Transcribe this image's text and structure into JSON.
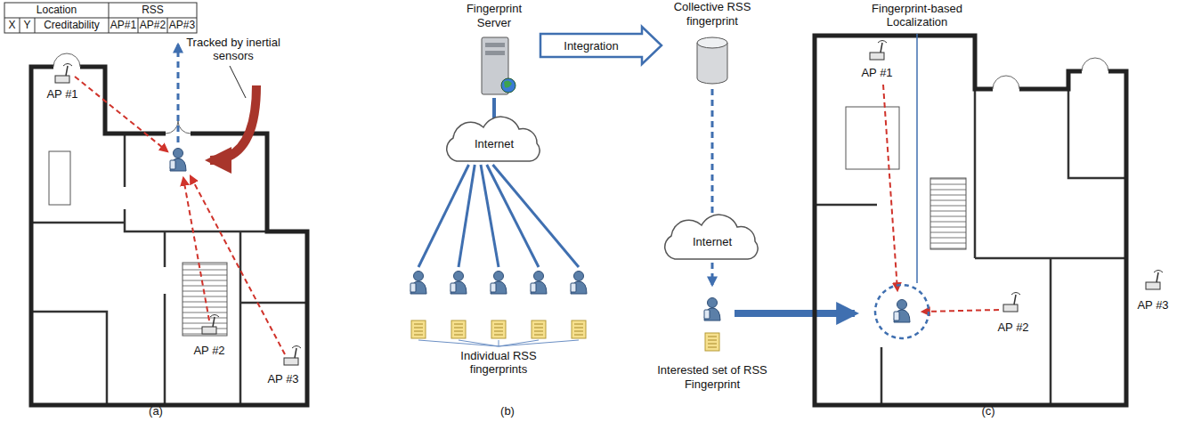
{
  "diagram": {
    "nodes": [
      {
        "text": [
          "Fingerprint Server"
        ]
      },
      {
        "text": [
          "Internet"
        ]
      },
      {
        "text": [
          "Collective RSS fingerprint"
        ]
      },
      {
        "text": [
          "Internet"
        ]
      },
      {
        "text": [
          "Interested set of RSS Fingerprint"
        ]
      }
    ],
    "edges": [
      {
        "from": 1,
        "to": 0,
        "arrow": "none"
      },
      {
        "from": 0,
        "to": 2,
        "label": "Integration",
        "arrow": "to"
      },
      {
        "from": 2,
        "to": 3,
        "arrow": "none"
      },
      {
        "from": 3,
        "to": 4,
        "arrow": "to"
      }
    ],
    "labels": [
      "Location",
      "RSS",
      "X",
      "Y",
      "Creditability",
      "AP#1",
      "AP#2",
      "AP#3",
      "Tracked by inertial sensors",
      "AP #1",
      "AP #2",
      "AP #3",
      "(a)",
      "Individual RSS fingerprints",
      "(b)",
      "Fingerprint-based Localization",
      "AP #1",
      "AP #2",
      "AP #3",
      "(c)"
    ]
  }
}
